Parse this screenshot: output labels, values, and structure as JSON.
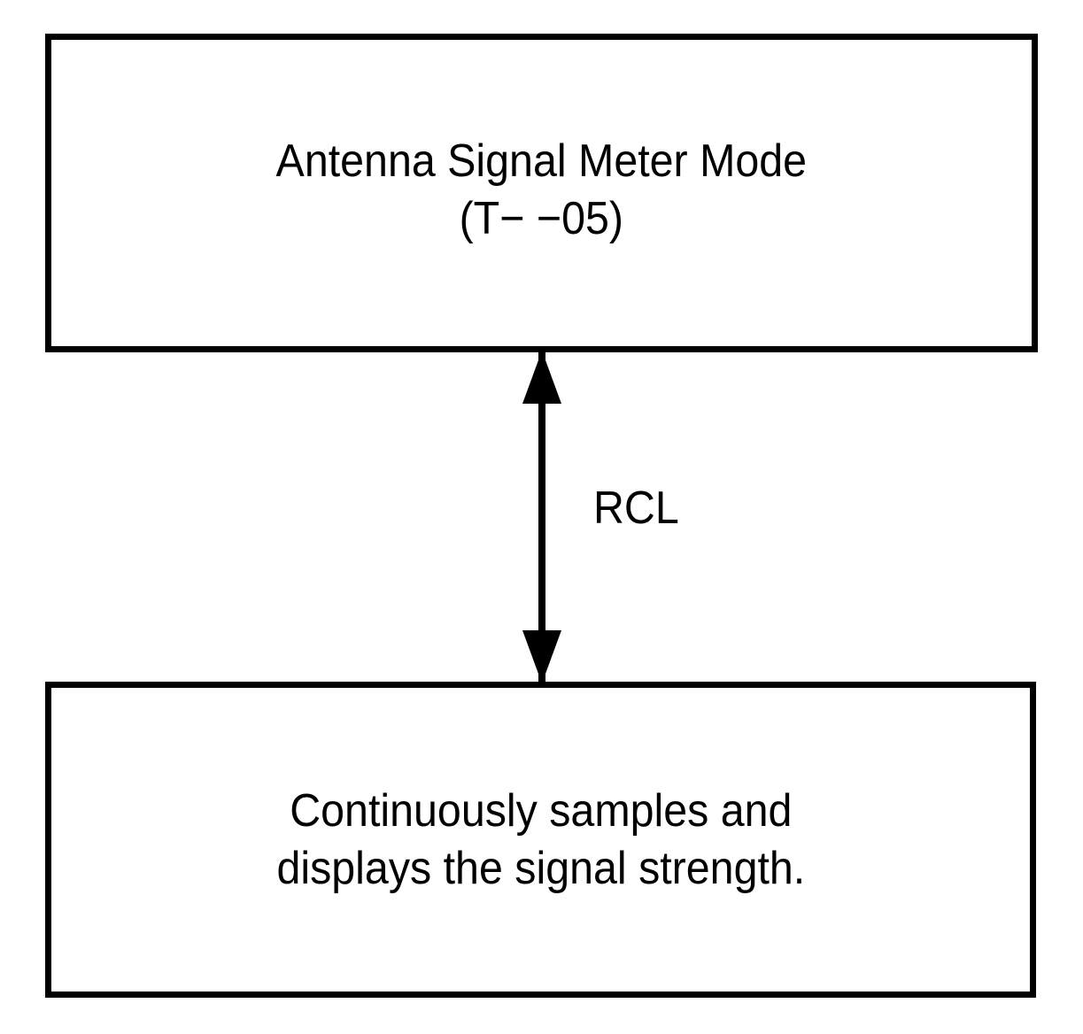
{
  "diagram": {
    "title": "Antenna Signal Meter Mode",
    "background_color": "#ffffff",
    "line_color": "#000000",
    "nodes": [
      {
        "id": "antenna-signal-meter-mode",
        "line1": "Antenna Signal Meter Mode",
        "line2": "(T− −05)"
      },
      {
        "id": "continuously-samples",
        "line1": "Continuously samples and",
        "line2": "displays the signal strength."
      }
    ],
    "edges": [
      {
        "id": "rcl-edge",
        "label": "RCL",
        "arrowheads": "both",
        "from": "continuously-samples",
        "to": "antenna-signal-meter-mode"
      }
    ]
  }
}
